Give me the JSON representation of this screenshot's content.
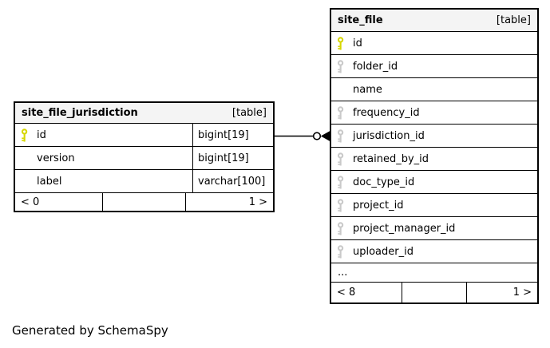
{
  "credit": "Generated by SchemaSpy",
  "colors": {
    "border": "#000000",
    "header_bg": "#f4f4f4",
    "row_bg": "#ffffff",
    "text": "#000000",
    "primary_key_icon": "#d6d600",
    "foreign_key_icon": "#c9c9c9",
    "relation_line": "#000000"
  },
  "relationship": {
    "from_table": "site_file_jurisdiction",
    "from_column": "id",
    "to_table": "site_file",
    "to_column": "jurisdiction_id",
    "style": "open-circle-with-arrow"
  },
  "tables": [
    {
      "name": "site_file_jurisdiction",
      "tag": "[table]",
      "columns": [
        {
          "name": "id",
          "type": "bigint[19]",
          "key": "primary"
        },
        {
          "name": "version",
          "type": "bigint[19]",
          "key": "none"
        },
        {
          "name": "label",
          "type": "varchar[100]",
          "key": "none"
        }
      ],
      "footer": {
        "left": "< 0",
        "middle": "",
        "right": "1 >"
      }
    },
    {
      "name": "site_file",
      "tag": "[table]",
      "columns": [
        {
          "name": "id",
          "key": "primary"
        },
        {
          "name": "folder_id",
          "key": "foreign"
        },
        {
          "name": "name",
          "key": "none"
        },
        {
          "name": "frequency_id",
          "key": "foreign"
        },
        {
          "name": "jurisdiction_id",
          "key": "foreign"
        },
        {
          "name": "retained_by_id",
          "key": "foreign"
        },
        {
          "name": "doc_type_id",
          "key": "foreign"
        },
        {
          "name": "project_id",
          "key": "foreign"
        },
        {
          "name": "project_manager_id",
          "key": "foreign"
        },
        {
          "name": "uploader_id",
          "key": "foreign"
        }
      ],
      "ellipsis": "...",
      "footer": {
        "left": "< 8",
        "middle": "",
        "right": "1 >"
      }
    }
  ]
}
